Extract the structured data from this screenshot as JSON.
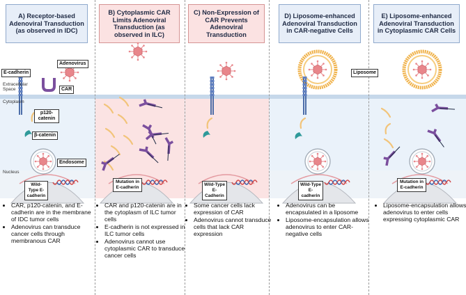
{
  "panels": [
    {
      "title": "A) Receptor-based Adenoviral Transduction (as observed in IDC)",
      "style": "blue",
      "nucleus_label": "Wild-Type E-cadherin",
      "bullets": [
        "CAR, p120-catenin, and E-cadherin are in the membrane of IDC tumor cells",
        "Adenovirus can transduce cancer cells through membranous CAR"
      ]
    },
    {
      "title": "B) Cytoplasmic CAR Limits Adenoviral Transduction (as observed in ILC)",
      "style": "pink",
      "nucleus_label": "Mutation in E-cadherin",
      "bullets": [
        "CAR and p120-catenin are in the cytoplasm of ILC tumor cells",
        "E-cadherin is not expressed in ILC tumor cells",
        "Adenovirus cannot use cytoplasmic CAR to transduce cancer cells"
      ]
    },
    {
      "title": "C) Non-Expression of CAR Prevents Adenoviral Transduction",
      "style": "pink",
      "nucleus_label": "Wild-Type E-Cadherin",
      "bullets": [
        "Some cancer cells lack expression of CAR",
        "Adenovirus cannot transduce cells that lack CAR expression"
      ]
    },
    {
      "title": "D) Liposome-enhanced Adenoviral Transduction in CAR-negative Cells",
      "style": "blue",
      "nucleus_label": "Wild-Type E-cadherin",
      "bullets": [
        "Adenovirus can be encapsulated in a liposome",
        "Liposome-encapsulation allows adenovirus to enter CAR-negative cells"
      ]
    },
    {
      "title": "E) Liposome-enhanced Adenoviral Transduction in Cytoplasmic CAR Cells",
      "style": "blue",
      "nucleus_label": "Mutation in E-cadherin",
      "bullets": [
        "Liposome-encapsulation allows adenovirus to enter cells expressing cytoplasmic CAR"
      ]
    }
  ],
  "labels": {
    "adenovirus": "Adenovirus",
    "e_cadherin": "E-cadherin",
    "car": "CAR",
    "extracellular": "Extracellular Space",
    "cytoplasm": "Cytoplasm",
    "p120": "p120-catenin",
    "beta_catenin": "β-catenin",
    "endosome": "Endosome",
    "nucleus": "Nucleus",
    "liposome": "Liposome"
  },
  "colors": {
    "virus": "#e8868b",
    "car": "#7b4f9e",
    "ecad": "#3b5fa0",
    "p120": "#f2c47a",
    "beta": "#2f9a9a",
    "liposome": "#f0b24a",
    "dna_red": "#d24a4a",
    "dna_blue": "#3a66b0"
  }
}
